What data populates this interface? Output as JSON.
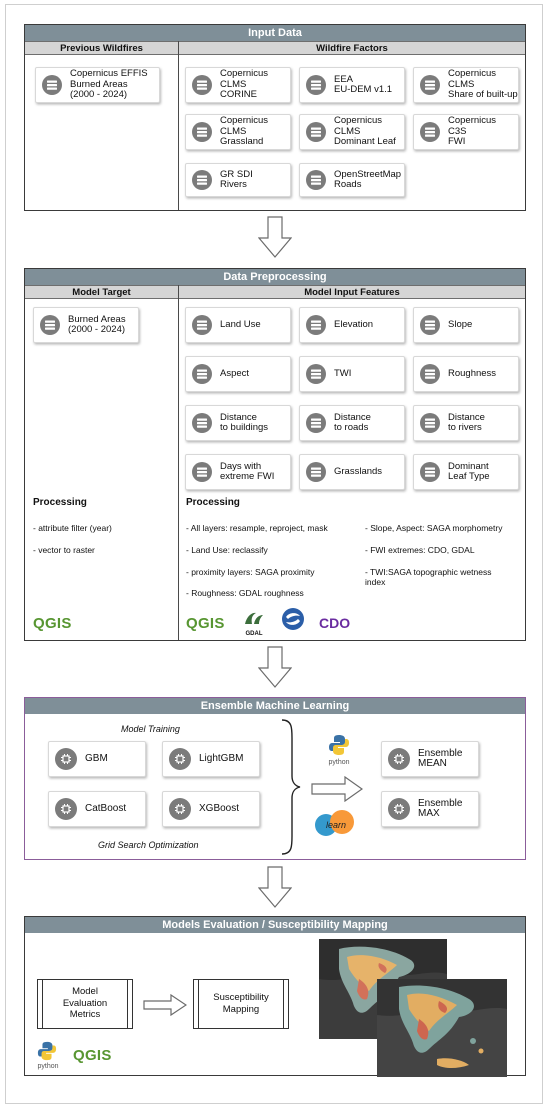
{
  "input_data": {
    "title": "Input Data",
    "left_header": "Previous Wildfires",
    "right_header": "Wildfire Factors",
    "previous": [
      "Copernicus EFFIS\nBurned Areas\n(2000 - 2024)"
    ],
    "factors": [
      "Copernicus\nCLMS\nCORINE",
      "EEA\nEU-DEM v1.1",
      "Copernicus\nCLMS\nShare of built-up",
      "Copernicus\nCLMS\nGrassland",
      "Copernicus\nCLMS\nDominant Leaf",
      "Copernicus\nC3S\nFWI",
      "GR SDI\nRivers",
      "OpenStreetMap\nRoads"
    ]
  },
  "preprocessing": {
    "title": "Data Preprocessing",
    "left_header": "Model Target",
    "right_header": "Model Input Features",
    "target": "Burned Areas\n(2000 - 2024)",
    "features": [
      "Land Use",
      "Elevation",
      "Slope",
      "Aspect",
      "TWI",
      "Roughness",
      "Distance\nto buildings",
      "Distance\nto roads",
      "Distance\nto rivers",
      "Days with\nextreme FWI",
      "Grasslands",
      "Dominant\nLeaf Type"
    ],
    "left_processing_title": "Processing",
    "left_processing": [
      "- attribute filter (year)",
      "- vector to raster"
    ],
    "right_processing_title": "Processing",
    "right_processing_col1": [
      "- All layers: resample, reproject, mask",
      "- Land Use: reclassify",
      "- proximity layers: SAGA proximity",
      "- Roughness: GDAL roughness"
    ],
    "right_processing_col2": [
      "- Slope, Aspect: SAGA morphometry",
      "- FWI extremes: CDO, GDAL",
      "- TWI:SAGA topographic wetness\n  index"
    ],
    "logos": {
      "qgis": "QGIS",
      "gdal": "GDAL",
      "cdo": "CDO"
    }
  },
  "ensemble": {
    "title": "Ensemble Machine Learning",
    "training_label": "Model Training",
    "models": [
      "GBM",
      "LightGBM",
      "CatBoost",
      "XGBoost"
    ],
    "grid_label": "Grid Search Optimization",
    "python_label": "python",
    "sklearn_label": "learn",
    "outputs": [
      "Ensemble\nMEAN",
      "Ensemble\nMAX"
    ]
  },
  "evaluation": {
    "title": "Models Evaluation / Susceptibility Mapping",
    "step1": "Model\nEvaluation\nMetrics",
    "step2": "Susceptibility\nMapping",
    "python_label": "python",
    "qgis_label": "QGIS"
  },
  "colors": {
    "header_bar": "#7f8f98",
    "subheader": "#d5d5d5",
    "icon_gray": "#7b7b7b",
    "qgis_green": "#589632",
    "cdo_purple": "#6a2ca0",
    "ensemble_border": "#8b5d9a"
  },
  "icons": {
    "data_card": "database-icon",
    "model_card": "chip-icon",
    "flow_arrow": "down-arrow-icon"
  }
}
